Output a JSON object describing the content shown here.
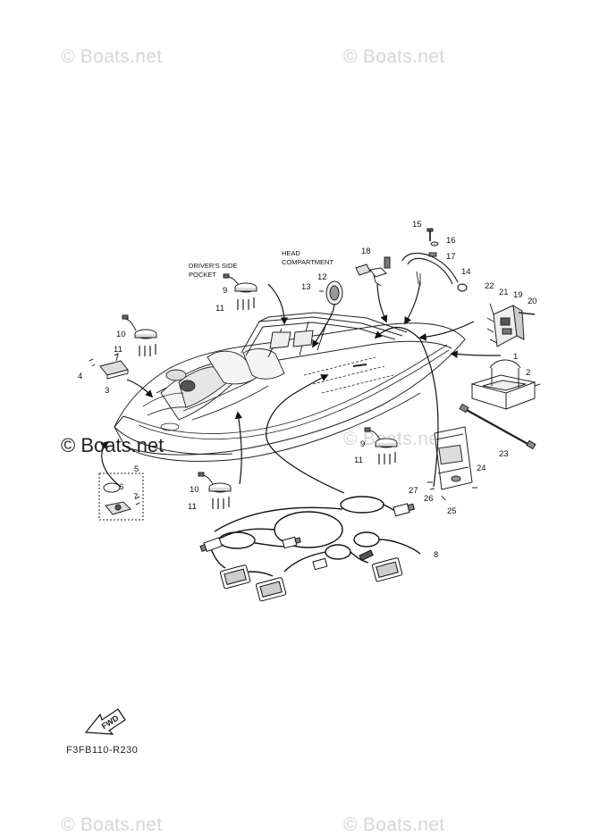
{
  "watermarks": {
    "top_left": "© Boats.net",
    "top_right": "© Boats.net",
    "middle_left": "© Boats.net",
    "middle_right": "© Boats.net",
    "bottom_left": "© Boats.net",
    "bottom_right": "© Boats.net"
  },
  "notes": {
    "drivers_side_line1": "DRIVER'S SIDE",
    "drivers_side_line2": "POCKET",
    "head_line1": "HEAD",
    "head_line2": "COMPARTMENT"
  },
  "fwd_label": "FWD",
  "diagram_code": "F3FB110-R230",
  "callouts": {
    "c1": "1",
    "c2": "2",
    "c3": "3",
    "c4": "4",
    "c5": "5",
    "c6": "6",
    "c7": "7",
    "c8": "8",
    "c9a": "9",
    "c9b": "9",
    "c10a": "10",
    "c10b": "10",
    "c11a": "11",
    "c11b": "11",
    "c11c": "11",
    "c11d": "11",
    "c12": "12",
    "c13": "13",
    "c14": "14",
    "c15": "15",
    "c16": "16",
    "c17": "17",
    "c18": "18",
    "c19": "19",
    "c20": "20",
    "c21": "21",
    "c22": "22",
    "c23": "23",
    "c24": "24",
    "c25": "25",
    "c26": "26",
    "c27": "27"
  }
}
